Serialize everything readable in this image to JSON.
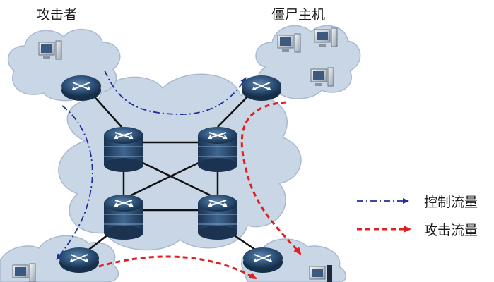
{
  "labels": {
    "attacker": "攻击者",
    "zombie_hosts": "僵尸主机"
  },
  "legend": [
    {
      "text": "控制流量",
      "style": "dash-dot",
      "color": "#1f2f9a"
    },
    {
      "text": "攻击流量",
      "style": "dashed",
      "color": "#e02020"
    }
  ],
  "colors": {
    "cloud_fill": "#c9d6e6",
    "cloud_stroke": "#a9b9cf",
    "router_dark": "#1f3b5a",
    "router_mid": "#33597f",
    "link": "#111111",
    "control_flow": "#1f2f9a",
    "attack_flow": "#e02020"
  },
  "icons": [
    "router-icon",
    "core-switch-icon",
    "computer-icon"
  ]
}
